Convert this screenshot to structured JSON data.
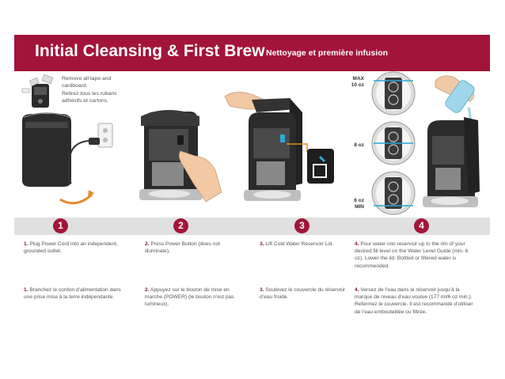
{
  "header": {
    "title": "Initial Cleansing & First Brew",
    "subtitle": "Nettoyage et première infusion"
  },
  "remove_note": {
    "en": "Remove all tape and cardboard.",
    "fr": "Retirez tous les rubans adhésifs et cartons."
  },
  "water_levels": {
    "max": "MAX",
    "max_oz": "10 oz",
    "mid_oz": "8 oz",
    "min_oz": "6 oz",
    "min": "MIN"
  },
  "steps": [
    {
      "number": "1",
      "label_num": "1.",
      "en": "Plug Power Cord into an independent, grounded outlet.",
      "fr_num": "1.",
      "fr": "Branchez le cordon d’alimentation dans une prise mise à la terre indépendante."
    },
    {
      "number": "2",
      "label_num": "2.",
      "en": "Press Power Button (does not illuminate).",
      "fr_num": "2.",
      "fr": "Appuyez sur le bouton de mise en marche (POWER) (le bouton n’est pas lumineux)."
    },
    {
      "number": "3",
      "label_num": "3.",
      "en": "Lift Cold Water Reservoir Lid.",
      "fr_num": "3.",
      "fr": "Soulevez le couvercle du réservoir d’eau froide."
    },
    {
      "number": "4",
      "label_num": "4.",
      "en": "Pour water into reservoir up to the rim of your desired fill level on the Water Level Guide (min. 6 oz). Lower the lid. Bottled or filtered water is recommended.",
      "fr_num": "4.",
      "fr": "Versez de l’eau dans le réservoir jusqu’à la marque de niveau d’eau voulue (177 ml/6 oz min.). Refermez le couvercle. Il est recommandé d’utiliser de l’eau embouteillée ou filtrée."
    }
  ],
  "colors": {
    "brand": "#a3143a",
    "step_bar": "#e0e0e0",
    "machine_dark": "#2b2b2b",
    "water_accent": "#2aa8d8"
  }
}
